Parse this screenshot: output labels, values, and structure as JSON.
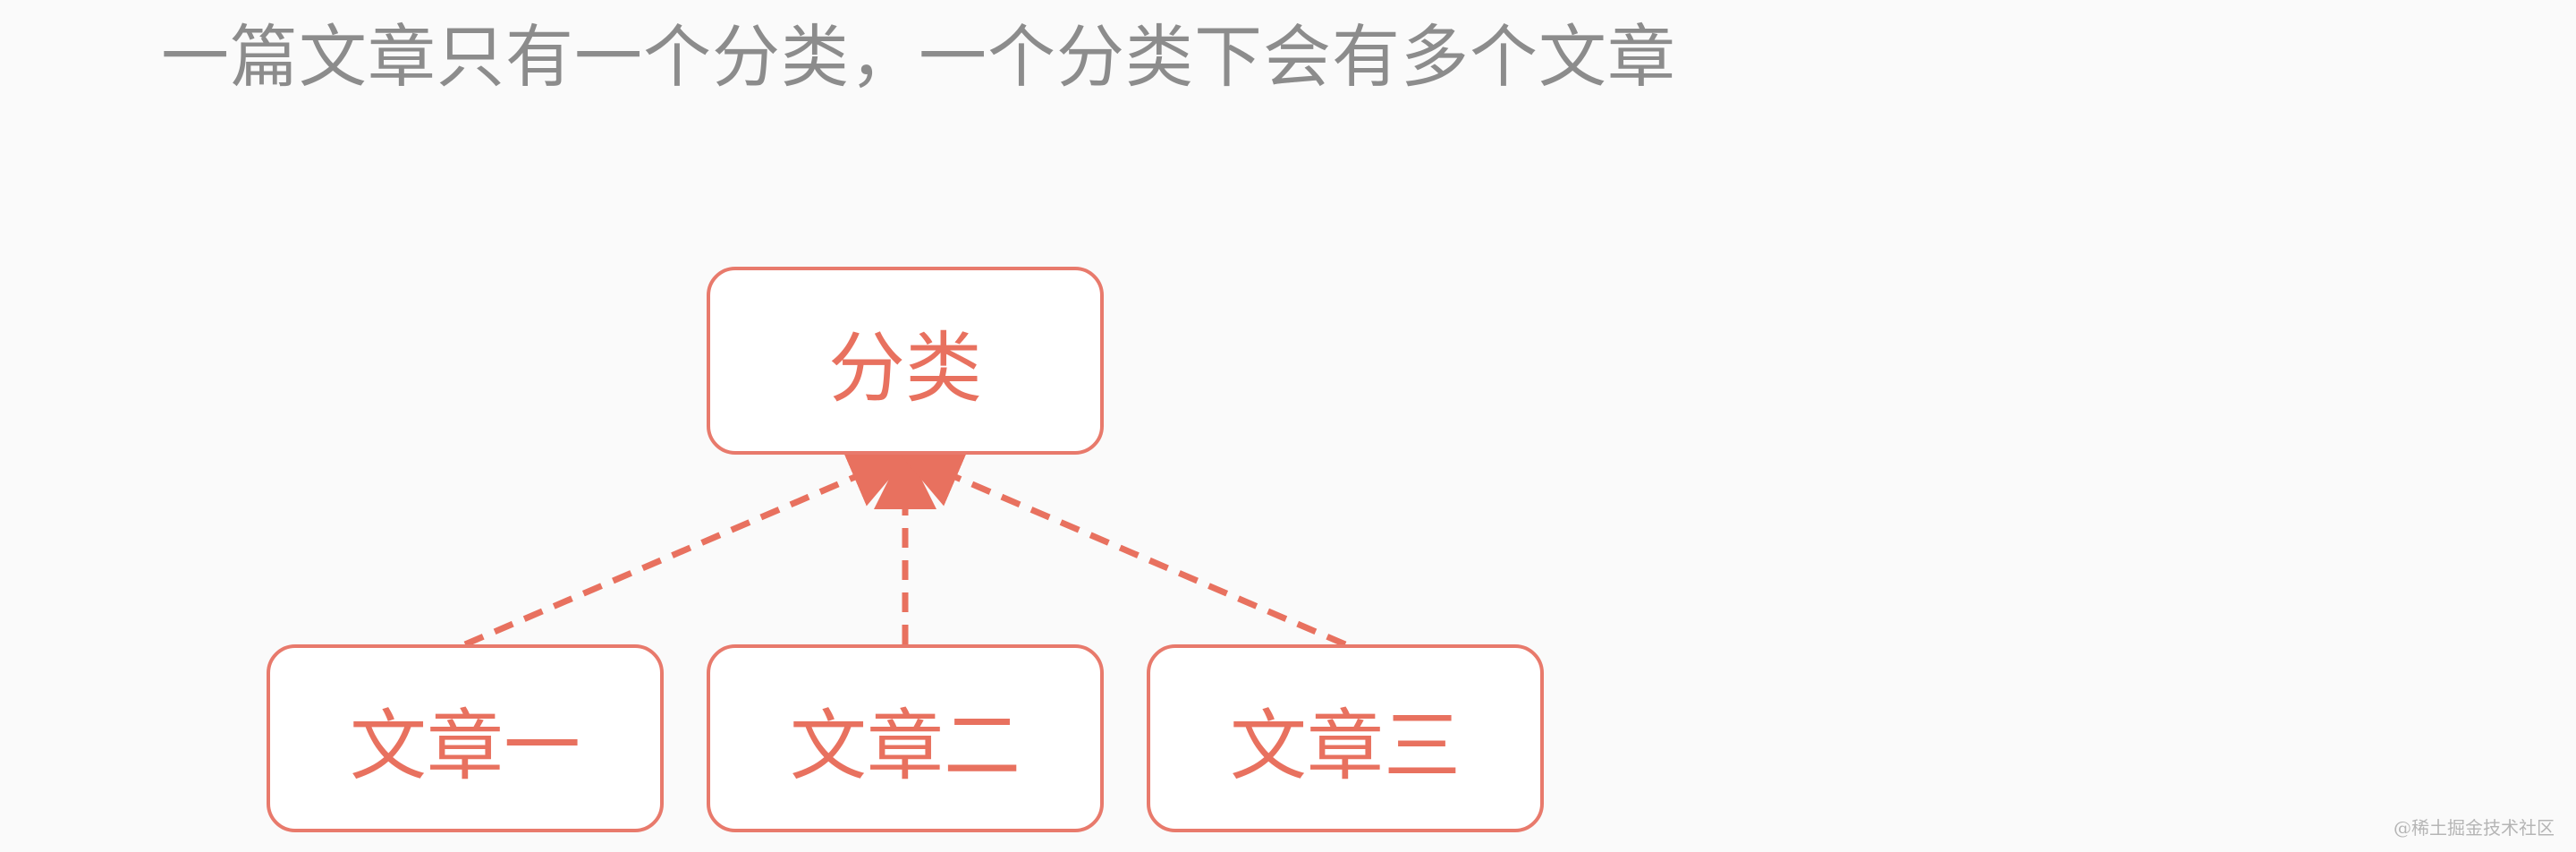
{
  "title": "一篇文章只有一个分类，一个分类下会有多个文章",
  "nodes": {
    "category": "分类",
    "articles": [
      "文章一",
      "文章二",
      "文章三"
    ]
  },
  "watermark": "@稀土掘金技术社区",
  "colors": {
    "title_text": "#8c8c8c",
    "node_border": "#e87a6c",
    "node_text": "#e8715f",
    "arrow": "#e8715f",
    "background": "#fafafa"
  }
}
